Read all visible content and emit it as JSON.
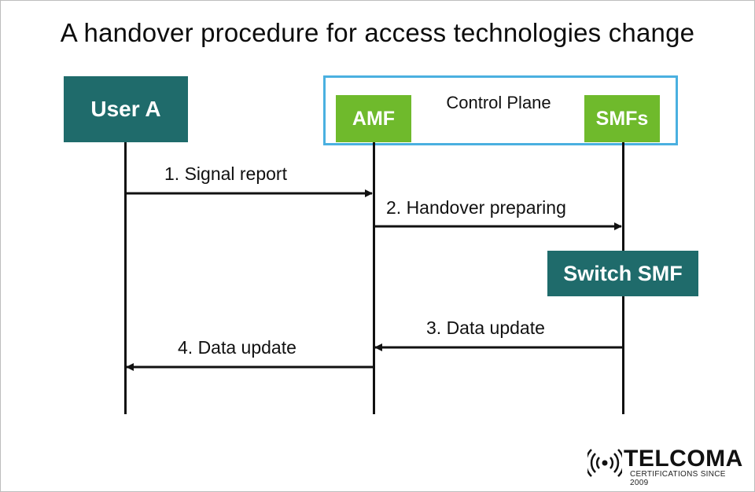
{
  "title": "A handover procedure for access technologies change",
  "participants": {
    "user": "User A",
    "amf": "AMF",
    "smfs": "SMFs",
    "group": "Control Plane",
    "action": "Switch SMF"
  },
  "messages": [
    {
      "label": "1. Signal report",
      "from": "user",
      "to": "amf"
    },
    {
      "label": "2. Handover preparing",
      "from": "amf",
      "to": "smfs"
    },
    {
      "label": "3. Data update",
      "from": "smfs",
      "to": "amf"
    },
    {
      "label": "4. Data update",
      "from": "amf",
      "to": "user"
    }
  ],
  "logo": {
    "name": "TELCOMA",
    "tagline": "CERTIFICATIONS SINCE 2009"
  },
  "colors": {
    "teal": "#1f6b6b",
    "green": "#6fba2c",
    "frame": "#4ab0e0"
  }
}
